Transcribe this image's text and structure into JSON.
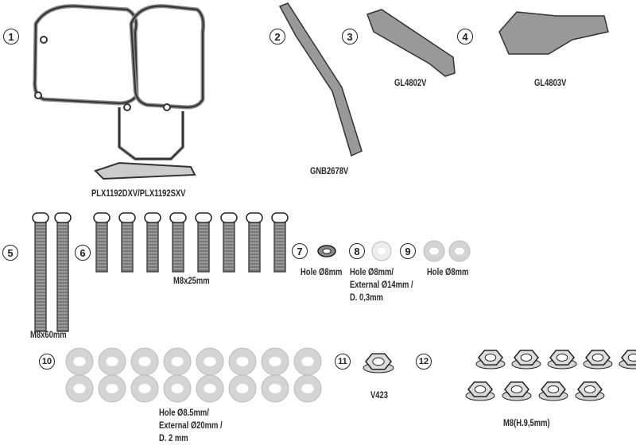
{
  "parts": [
    {
      "number": "1",
      "code": "PLX1192DXV/PLX1192SXV"
    },
    {
      "number": "2",
      "code": "GNB2678V"
    },
    {
      "number": "3",
      "code": "GL4802V"
    },
    {
      "number": "4",
      "code": "GL4803V"
    },
    {
      "number": "5",
      "code": "M8x60mm"
    },
    {
      "number": "6",
      "code": "M8x25mm"
    },
    {
      "number": "7",
      "code": "Hole Ø8mm"
    },
    {
      "number": "8",
      "lines": [
        "Hole Ø8mm/",
        "External Ø14mm /",
        "D. 0,3mm"
      ]
    },
    {
      "number": "9",
      "code": "Hole Ø8mm"
    },
    {
      "number": "10",
      "lines": [
        "Hole Ø8.5mm/",
        "External Ø20mm /",
        "D. 2 mm"
      ]
    },
    {
      "number": "11",
      "code": "V423"
    },
    {
      "number": "12",
      "code": "M8(H.9,5mm)"
    }
  ],
  "colors": {
    "line": "#222222",
    "metal": "#9a9a9a",
    "washer": "#d4d4d4"
  }
}
